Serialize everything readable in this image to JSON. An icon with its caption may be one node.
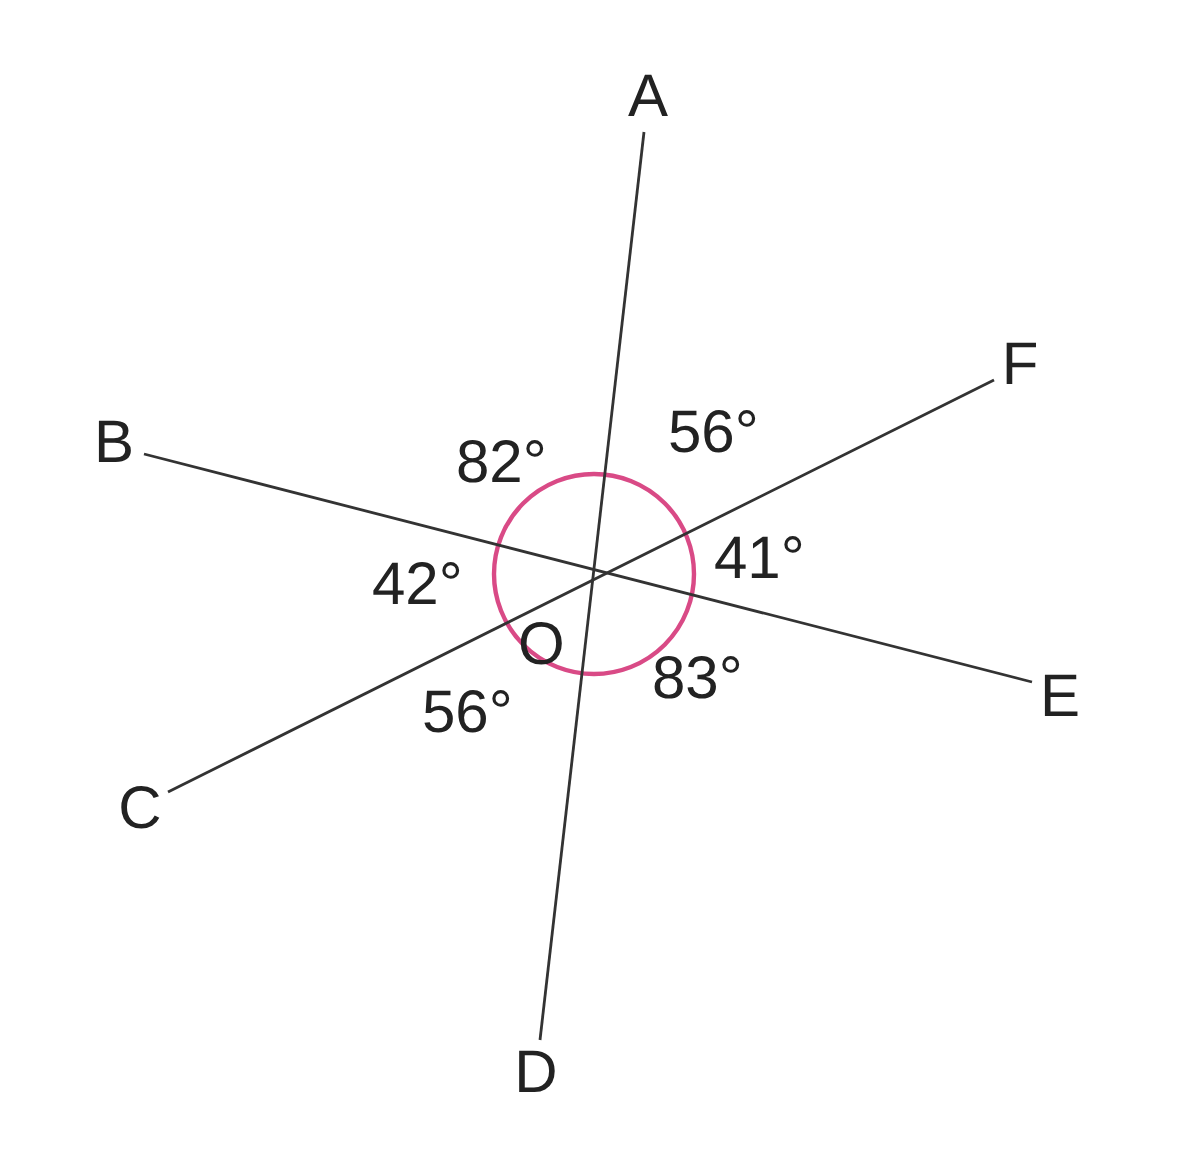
{
  "diagram": {
    "nodes": [
      {
        "text": [
          "A"
        ]
      },
      {
        "text": [
          "B"
        ]
      },
      {
        "text": [
          "C"
        ]
      },
      {
        "text": [
          "D"
        ]
      },
      {
        "text": [
          "E"
        ]
      },
      {
        "text": [
          "F"
        ]
      }
    ],
    "edges": [
      {
        "from": 0,
        "to": 3,
        "arrow": "none"
      },
      {
        "from": 1,
        "to": 4,
        "arrow": "none"
      },
      {
        "from": 2,
        "to": 5,
        "arrow": "none"
      }
    ],
    "labels": [
      "82°",
      "56°",
      "42°",
      "41°",
      "O",
      "56°",
      "83°"
    ]
  }
}
